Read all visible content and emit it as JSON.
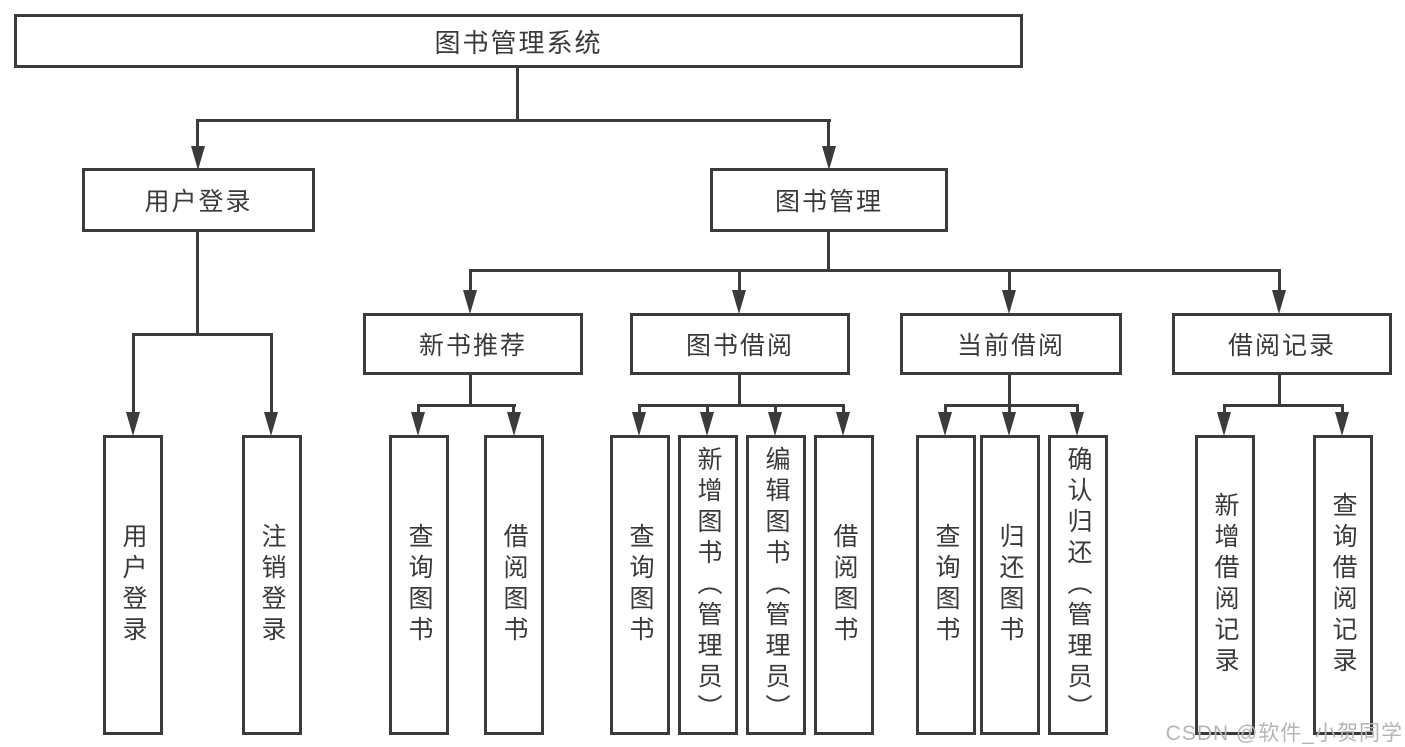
{
  "diagram": {
    "root": {
      "label": "图书管理系统"
    },
    "branches": [
      {
        "label": "用户登录",
        "children": [
          {
            "label": "用户登录"
          },
          {
            "label": "注销登录"
          }
        ]
      },
      {
        "label": "图书管理",
        "sections": [
          {
            "label": "新书推荐",
            "children": [
              {
                "label": "查询图书"
              },
              {
                "label": "借阅图书"
              }
            ]
          },
          {
            "label": "图书借阅",
            "children": [
              {
                "label": "查询图书"
              },
              {
                "label": "新增图书（管理员）"
              },
              {
                "label": "编辑图书（管理员）"
              },
              {
                "label": "借阅图书"
              }
            ]
          },
          {
            "label": "当前借阅",
            "children": [
              {
                "label": "查询图书"
              },
              {
                "label": "归还图书"
              },
              {
                "label": "确认归还（管理员）"
              }
            ]
          },
          {
            "label": "借阅记录",
            "children": [
              {
                "label": "新增借阅记录"
              },
              {
                "label": "查询借阅记录"
              }
            ]
          }
        ]
      }
    ]
  },
  "watermark": {
    "text": "CSDN @软件_小贺同学"
  },
  "colors": {
    "line": "#3b3b3b",
    "text": "#3a3a3a",
    "background": "#ffffff",
    "watermark": "#b5b5b5"
  }
}
